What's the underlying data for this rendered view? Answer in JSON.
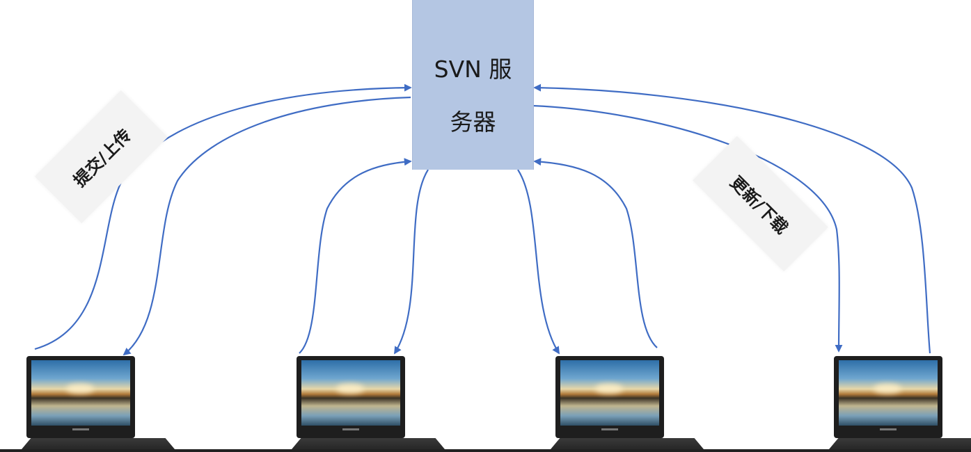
{
  "server": {
    "label": "SVN 服\n务器",
    "fill_color": "#b4c6e3"
  },
  "tags": {
    "upload": "提交/上传",
    "download": "更新/下载"
  },
  "colors": {
    "arrow": "#3f6cc4"
  },
  "clients": [
    {
      "icon": "laptop-icon"
    },
    {
      "icon": "laptop-icon"
    },
    {
      "icon": "laptop-icon"
    },
    {
      "icon": "laptop-icon"
    }
  ]
}
